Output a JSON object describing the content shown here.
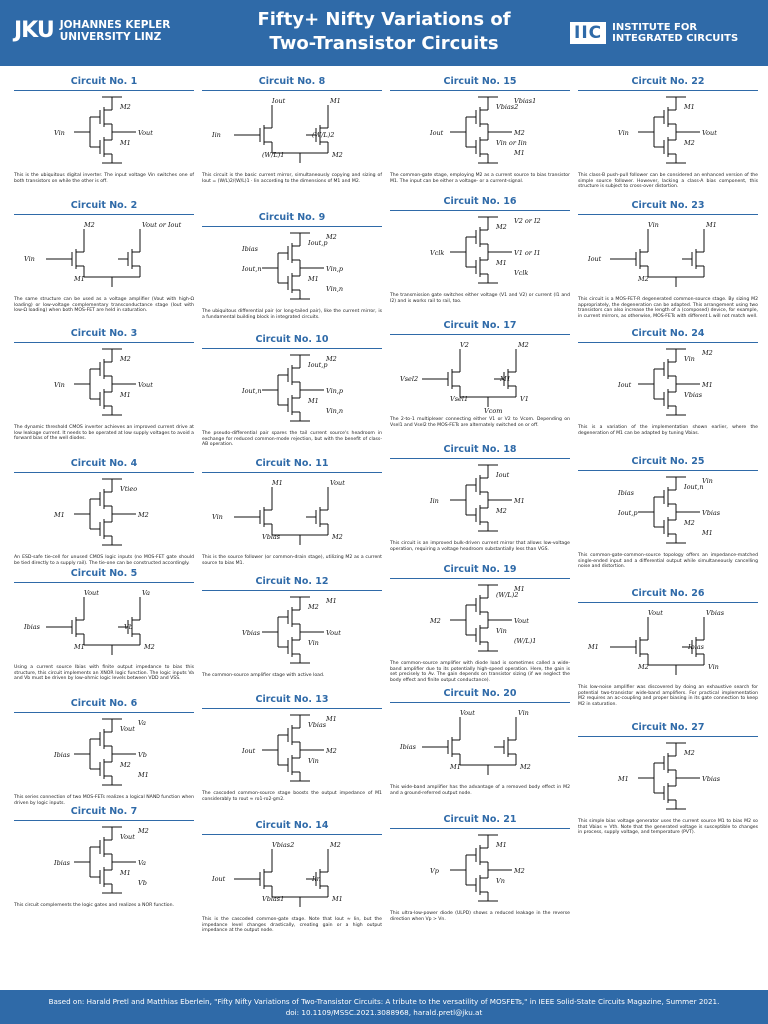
{
  "header": {
    "jku_mark": "JKU",
    "jku_line1": "JOHANNES KEPLER",
    "jku_line2": "UNIVERSITY LINZ",
    "title_line1": "Fifty+ Nifty Variations of",
    "title_line2": "Two-Transistor Circuits",
    "iic_mark": "IIC",
    "iic_line1": "INSTITUTE FOR",
    "iic_line2": "INTEGRATED CIRCUITS"
  },
  "circuits": [
    {
      "title": "Circuit No. 1",
      "labels": [
        "Vin",
        "M2",
        "Vout",
        "M1"
      ],
      "caption": "This is the ubiquitous digital inverter. The input voltage Vin switches one of both transistors on while the other is off."
    },
    {
      "title": "Circuit No. 2",
      "labels": [
        "Vin",
        "M2",
        "Vout or Iout",
        "M1"
      ],
      "caption": "The same structure can be used as a voltage amplifier (Vout with high-Ω loading) or low-voltage complementary transconductance stage (Iout with low-Ω loading) when both MOS-FET are held in saturation."
    },
    {
      "title": "Circuit No. 3",
      "labels": [
        "Vin",
        "M2",
        "Vout",
        "M1"
      ],
      "caption": "The dynamic threshold CMOS inverter achieves an improved current drive at low leakage current. It needs to be operated at low supply voltages to avoid a forward bias of the well diodes."
    },
    {
      "title": "Circuit No. 4",
      "labels": [
        "M1",
        "Vtieo",
        "M2"
      ],
      "caption": "An ESD-safe tie-cell for unused CMOS logic inputs (no MOS-FET gate should be tied directly to a supply rail). The tie-one can be constructed accordingly."
    },
    {
      "title": "Circuit No. 5",
      "labels": [
        "Ibias",
        "Vout",
        "Va",
        "M1",
        "M2",
        "Vb"
      ],
      "caption": "Using a current source Ibias with finite output impedance to bias this structure, this circuit implements an XNOR logic function. The logic inputs Va and Vb must be driven by low-ohmic logic levels between VDD and VSS."
    },
    {
      "title": "Circuit No. 6",
      "labels": [
        "Ibias",
        "Vout",
        "Vb",
        "M2",
        "Va",
        "M1"
      ],
      "caption": "This series connection of two MOS-FETs realizes a logical NAND function when driven by logic inputs."
    },
    {
      "title": "Circuit No. 7",
      "labels": [
        "Ibias",
        "Vout",
        "Va",
        "M1",
        "M2",
        "Vb"
      ],
      "caption": "This circuit complements the logic gates and realizes a NOR function."
    },
    {
      "title": "Circuit No. 8",
      "labels": [
        "Iin",
        "Iout",
        "M1",
        "(W/L)1",
        "M2",
        "(W/L)2"
      ],
      "caption": "This circuit is the basic current mirror, simultaneously copying and sizing of Iout = (W/L)2/(W/L)1 · Iin according to the dimensions of M1 and M2."
    },
    {
      "title": "Circuit No. 9",
      "labels": [
        "Iout,n",
        "Iout,p",
        "Vin,p",
        "M1",
        "M2",
        "Vin,n",
        "Ibias"
      ],
      "caption": "The ubiquitous differential pair (or long-tailed pair), like the current mirror, is a fundamental building block in integrated circuits."
    },
    {
      "title": "Circuit No. 10",
      "labels": [
        "Iout,n",
        "Iout,p",
        "Vin,p",
        "M1",
        "M2",
        "Vin,n"
      ],
      "caption": "The pseudo-differential pair spares the tail current source's headroom in exchange for reduced common-mode rejection, but with the benefit of class-AB operation."
    },
    {
      "title": "Circuit No. 11",
      "labels": [
        "Vin",
        "M1",
        "Vout",
        "Vbias",
        "M2"
      ],
      "caption": "This is the source follower (or common-drain stage), utilizing M2 as a current source to bias M1."
    },
    {
      "title": "Circuit No. 12",
      "labels": [
        "Vbias",
        "M2",
        "Vout",
        "Vin",
        "M1"
      ],
      "caption": "The common-source amplifier stage with active load."
    },
    {
      "title": "Circuit No. 13",
      "labels": [
        "Iout",
        "Vbias",
        "M2",
        "Vin",
        "M1"
      ],
      "caption": "The cascoded common-source stage boosts the output impedance of M1 considerably to rout ≈ ro1·ro2·gm2."
    },
    {
      "title": "Circuit No. 14",
      "labels": [
        "Iout",
        "Vbias2",
        "M2",
        "Vbias1",
        "M1",
        "Iin"
      ],
      "caption": "This is the cascoded common-gate stage. Note that Iout ≈ Iin, but the impedance level changes drastically, creating gain or a high output impedance at the output node."
    },
    {
      "title": "Circuit No. 15",
      "labels": [
        "Iout",
        "Vbias2",
        "M2",
        "Vin or Iin",
        "Vbias1",
        "M1"
      ],
      "caption": "The common-gate stage, employing M2 as a current source to bias transistor M1. The input can be either a voltage- or a current-signal."
    },
    {
      "title": "Circuit No. 16",
      "labels": [
        "Vclk",
        "M2",
        "V1 or I1",
        "M1",
        "V2 or I2",
        "Vclk"
      ],
      "caption": "The transmission gate switches either voltage (V1 and V2) or current (I1 and I2) and is works rail to rail, too."
    },
    {
      "title": "Circuit No. 17",
      "labels": [
        "Vsel2",
        "V2",
        "M2",
        "Vsel1",
        "V1",
        "M1",
        "Vcom"
      ],
      "caption": "The 2-to-1 multiplexer connecting either V1 or V2 to Vcom. Depending on Vsel1 and Vsel2 the MOS-FETs are alternately switched on or off."
    },
    {
      "title": "Circuit No. 18",
      "labels": [
        "Iin",
        "Iout",
        "M1",
        "M2"
      ],
      "caption": "This circuit is an improved bulk-driven current mirror that allows low-voltage operation, requiring a voltage headroom substantially less than VGS."
    },
    {
      "title": "Circuit No. 19",
      "labels": [
        "M2",
        "(W/L)2",
        "Vout",
        "Vin",
        "M1",
        "(W/L)1"
      ],
      "caption": "The common-source amplifier with diode load is sometimes called a wide-band amplifier due to its potentially high-speed operation. Here, the gain is set precisely to Av. The gain depends on transistor sizing (if we neglect the body effect and finite output conductance)."
    },
    {
      "title": "Circuit No. 20",
      "labels": [
        "Ibias",
        "Vout",
        "Vin",
        "M1",
        "M2"
      ],
      "caption": "This wide-band amplifier has the advantage of a removed body effect in M2 and a ground-referred output node."
    },
    {
      "title": "Circuit No. 21",
      "labels": [
        "Vp",
        "M1",
        "M2",
        "Vn"
      ],
      "caption": "This ultra-low-power diode (ULPD) shows a reduced leakage in the reverse direction when Vp > Vn."
    },
    {
      "title": "Circuit No. 22",
      "labels": [
        "Vin",
        "M1",
        "Vout",
        "M2"
      ],
      "caption": "This class-B push-pull follower can be considered an enhanced version of the simple source follower. However, lacking a class-A bias component, this structure is subject to cross-over distortion."
    },
    {
      "title": "Circuit No. 23",
      "labels": [
        "Iout",
        "Vin",
        "M1",
        "M2"
      ],
      "caption": "This circuit is a MOS-FET-R degenerated common-source stage. By sizing M2 appropriately, the degeneration can be adapted. This arrangement using two transistors can also increase the length of a (composed) device, for example, in current mirrors, as otherwise, MOS-FETs with different L will not match well."
    },
    {
      "title": "Circuit No. 24",
      "labels": [
        "Iout",
        "Vin",
        "M1",
        "Vbias",
        "M2"
      ],
      "caption": "This is a variation of the implementation shown earlier, where the degeneration of M1 can be adapted by tuning Vbias."
    },
    {
      "title": "Circuit No. 25",
      "labels": [
        "Iout,p",
        "Iout,n",
        "Vbias",
        "M2",
        "Vin",
        "M1",
        "Ibias"
      ],
      "caption": "This common-gate-common-source topology offers an impedance-matched single-ended input and a differential output while simultaneously cancelling noise and distortion."
    },
    {
      "title": "Circuit No. 26",
      "labels": [
        "M1",
        "Vout",
        "Vbias",
        "M2",
        "Vin",
        "Ibias"
      ],
      "caption": "This low-noise amplifier was discovered by doing an exhaustive search for potential two-transistor wide-band amplifiers. For practical implementation M2 requires an ac-coupling and proper biasing in its gate connection to keep M2 in saturation."
    },
    {
      "title": "Circuit No. 27",
      "labels": [
        "M1",
        "M2",
        "Vbias"
      ],
      "caption": "This simple bias voltage generator uses the current source M1 to bias M2 so that Vbias ≈ Vth. Note that the generated voltage is susceptible to changes in process, supply voltage, and temperature (PVT)."
    }
  ],
  "footer": {
    "line1": "Based on: Harald Pretl and Matthias Eberlein, \"Fifty Nifty Variations of Two-Transistor Circuits: A tribute to the versatility of MOSFETs,\" in IEEE Solid-State Circuits Magazine, Summer 2021.",
    "line2": "doi: 10.1109/MSSC.2021.3088968, harald.pretl@jku.at"
  },
  "colors": {
    "accent": "#2f6aa8",
    "wire": "#111111"
  }
}
